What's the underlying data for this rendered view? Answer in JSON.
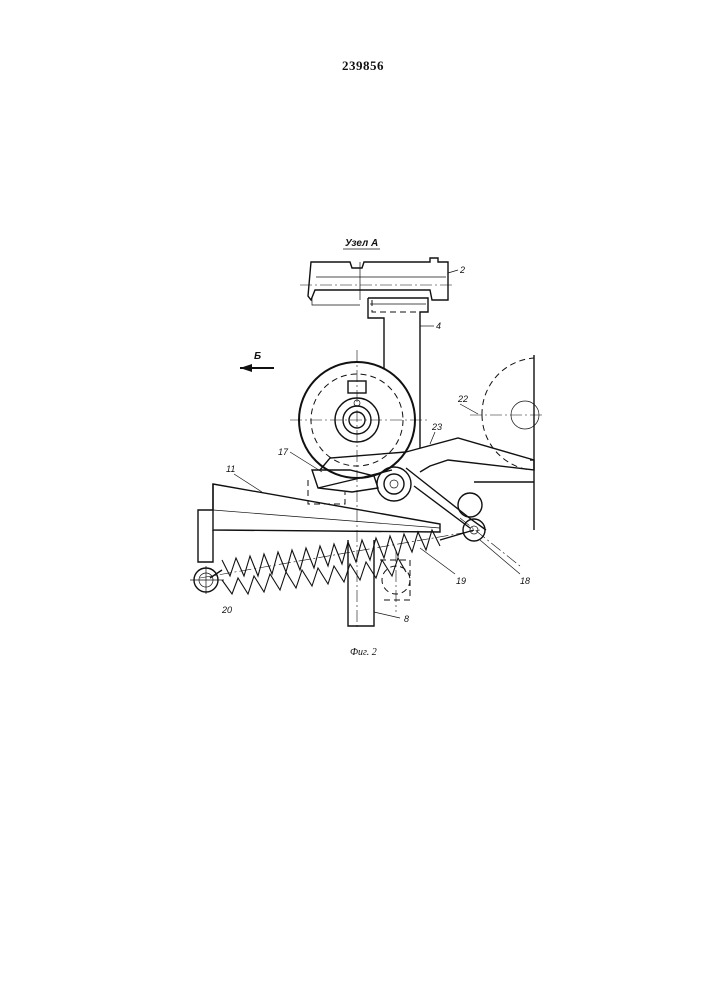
{
  "document": {
    "patent_number": "239856",
    "view_title": "Узел А",
    "direction_label": "Б",
    "figure_caption": "Фиг. 2"
  },
  "labels": {
    "p2": "2",
    "p4": "4",
    "p8": "8",
    "p11": "11",
    "p17": "17",
    "p18": "18",
    "p19": "19",
    "p20": "20",
    "p22": "22",
    "p23": "23"
  }
}
